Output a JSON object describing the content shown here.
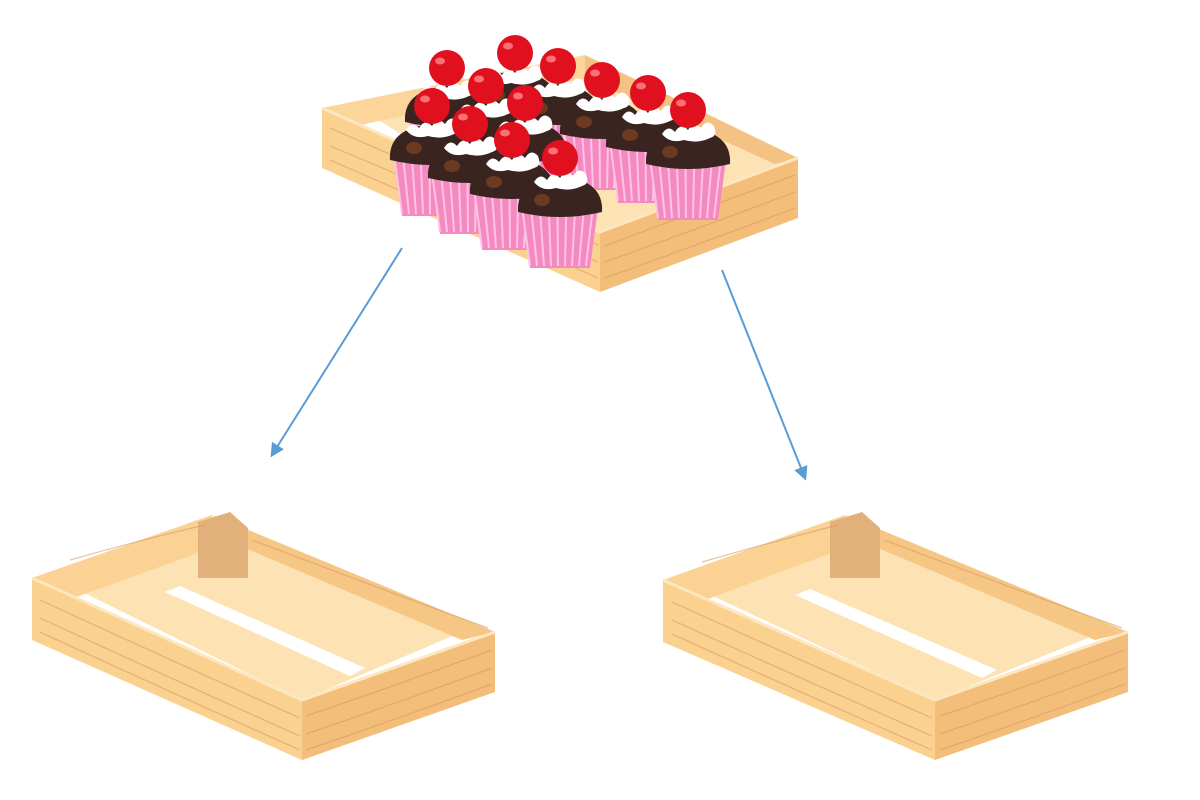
{
  "scene": {
    "description_items": [
      {
        "id": "full-tray",
        "icon": "tray-with-cupcakes-icon",
        "cupcake_count": 12
      },
      {
        "id": "empty-tray-left",
        "icon": "empty-tray-icon",
        "cupcake_count": 0
      },
      {
        "id": "empty-tray-right",
        "icon": "empty-tray-icon",
        "cupcake_count": 0
      }
    ],
    "arrows": [
      {
        "from": "full-tray",
        "to": "empty-tray-left",
        "icon": "arrow-icon"
      },
      {
        "from": "full-tray",
        "to": "empty-tray-right",
        "icon": "arrow-icon"
      }
    ]
  },
  "colors": {
    "background": "#ffffff",
    "wood_light": "#fdd9a0",
    "wood_mid": "#f7c97f",
    "wood_dark": "#e9b56a",
    "wood_grain": "#d69a62",
    "wood_inner": "#fde2b4",
    "corner_post": "#e2b07a",
    "gap": "#ffffff",
    "arrow": "#5b9bd5",
    "cake": "#3a2420",
    "cake_shade": "#6b3a20",
    "liner": "#f58ac2",
    "liner_stripe": "#ffc3e2",
    "cream": "#ffffff",
    "cherry": "#e0101e",
    "cherry_shine": "#ff8a8a"
  }
}
